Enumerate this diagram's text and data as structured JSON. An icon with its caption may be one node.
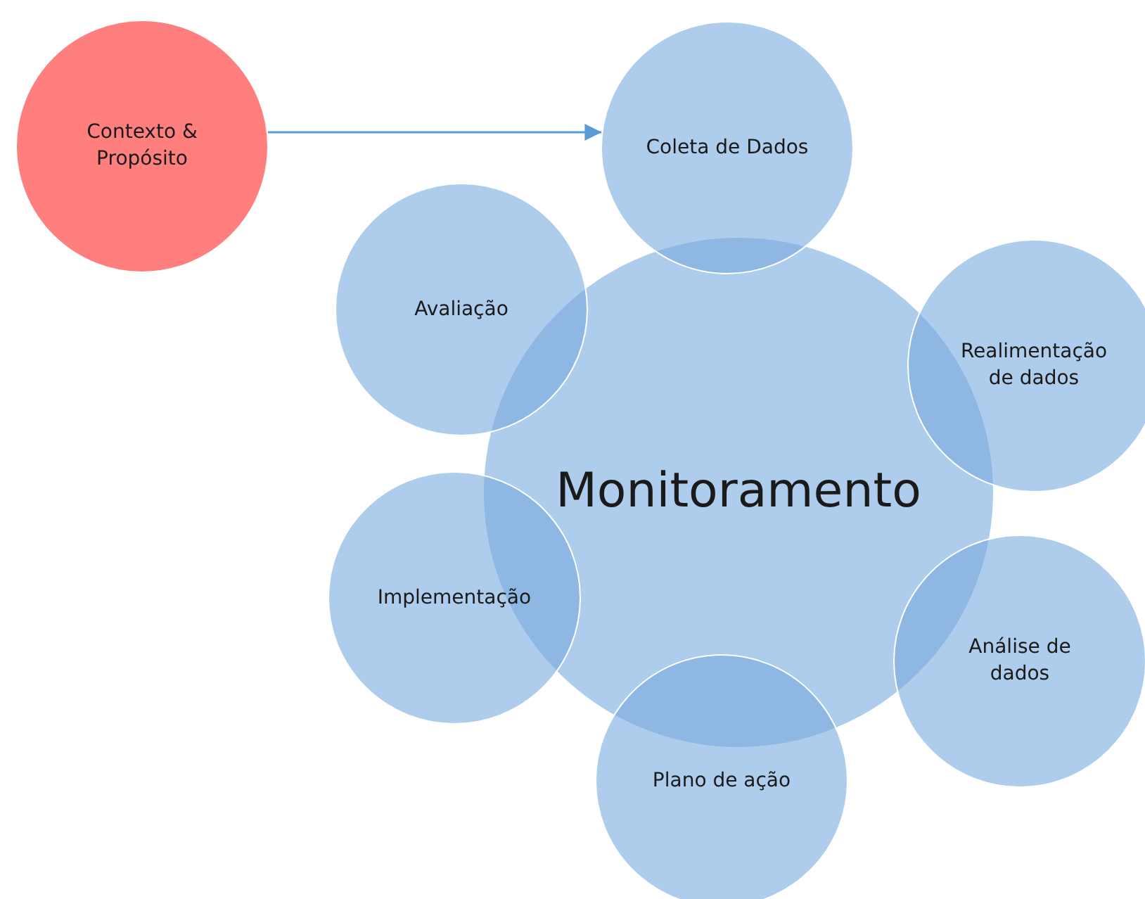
{
  "diagram": {
    "nodes": [
      {
        "text": [
          "Contexto & Propósito"
        ]
      },
      {
        "text": [
          "Coleta de Dados"
        ]
      },
      {
        "text": [
          "Avaliação"
        ]
      },
      {
        "text": [
          "Realimentação de dados"
        ]
      },
      {
        "text": [
          "Monitoramento"
        ]
      },
      {
        "text": [
          "Implementação"
        ]
      },
      {
        "text": [
          "Análise de dados"
        ]
      },
      {
        "text": [
          "Plano de ação"
        ]
      }
    ],
    "edges": [
      {
        "from": 0,
        "to": 1,
        "arrow": "to"
      }
    ]
  }
}
